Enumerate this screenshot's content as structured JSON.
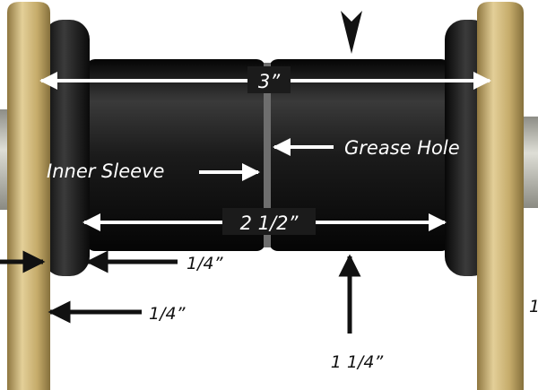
{
  "figure": {
    "dimension_overall_length": "3”",
    "dimension_bushing_length": "2 1/2”",
    "dimension_flange": "1/4”",
    "dimension_plate": "1/4”",
    "dimension_diameter": "1 1/4”",
    "label_grease_hole": "Grease Hole",
    "label_inner_sleeve": "Inner Sleeve",
    "label_clipped": "1"
  },
  "colors": {
    "bushing": "#1a1a1a",
    "plate": "#c9b37a",
    "bolt": "#b8b8b0",
    "arrow_light": "#ffffff",
    "arrow_dark": "#111111"
  }
}
